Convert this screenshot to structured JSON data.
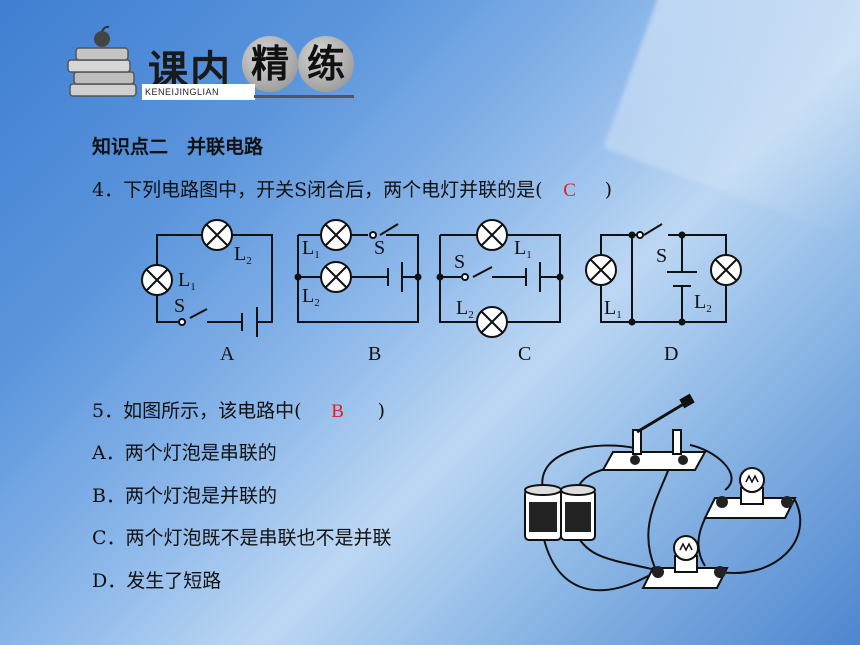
{
  "header": {
    "title_part1": "课内",
    "title_char1": "精",
    "title_char2": "练",
    "pinyin": "KENEIJINGLIAN"
  },
  "section_title": "知识点二　并联电路",
  "q4": {
    "stem": "4．下列电路图中，开关S闭合后，两个电灯并联的是(",
    "answer": "C",
    "close": ")",
    "options": [
      "A",
      "B",
      "C",
      "D"
    ]
  },
  "q5": {
    "stem": "5．如图所示，该电路中(",
    "answer": "B",
    "close": ")",
    "choices": [
      "A．两个灯泡是串联的",
      "B．两个灯泡是并联的",
      "C．两个灯泡既不是串联也不是并联",
      "D．发生了短路"
    ]
  },
  "labels": {
    "L": "L",
    "S": "S",
    "sub1": "1",
    "sub2": "2"
  }
}
